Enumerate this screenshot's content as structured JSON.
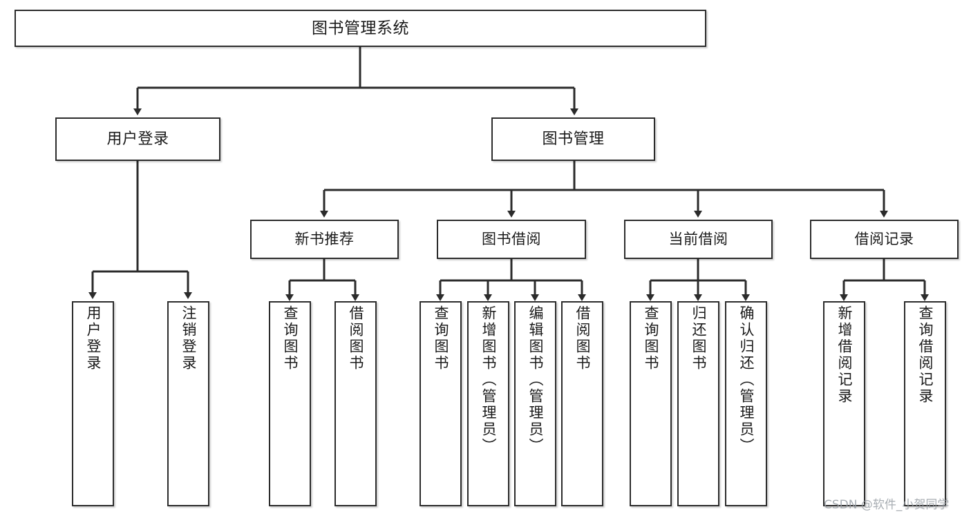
{
  "diagram": {
    "title": "图书管理系统",
    "watermark": "CSDN @软件_小贺同学",
    "colors": {
      "box_border": "#2b2b2b",
      "box_fill": "#ffffff",
      "connector": "#2b2b2b",
      "text": "#1a1a1a",
      "watermark": "#9aa0a6",
      "background": "#ffffff"
    },
    "nodes": {
      "root": {
        "label": "图书管理系统"
      },
      "level1": [
        {
          "label": "用户登录"
        },
        {
          "label": "图书管理"
        }
      ],
      "level2": [
        {
          "label": "新书推荐"
        },
        {
          "label": "图书借阅"
        },
        {
          "label": "当前借阅"
        },
        {
          "label": "借阅记录"
        }
      ],
      "leaves": {
        "user_login": [
          {
            "label": "用户登录"
          },
          {
            "label": "注销登录"
          }
        ],
        "new_book_recommend": [
          {
            "label": "查询图书"
          },
          {
            "label": "借阅图书"
          }
        ],
        "book_borrow": [
          {
            "label": "查询图书"
          },
          {
            "label": "新增图书（管理员）"
          },
          {
            "label": "编辑图书（管理员）"
          },
          {
            "label": "借阅图书"
          }
        ],
        "current_borrow": [
          {
            "label": "查询图书"
          },
          {
            "label": "归还图书"
          },
          {
            "label": "确认归还（管理员）"
          }
        ],
        "borrow_records": [
          {
            "label": "新增借阅记录"
          },
          {
            "label": "查询借阅记录"
          }
        ]
      }
    }
  }
}
